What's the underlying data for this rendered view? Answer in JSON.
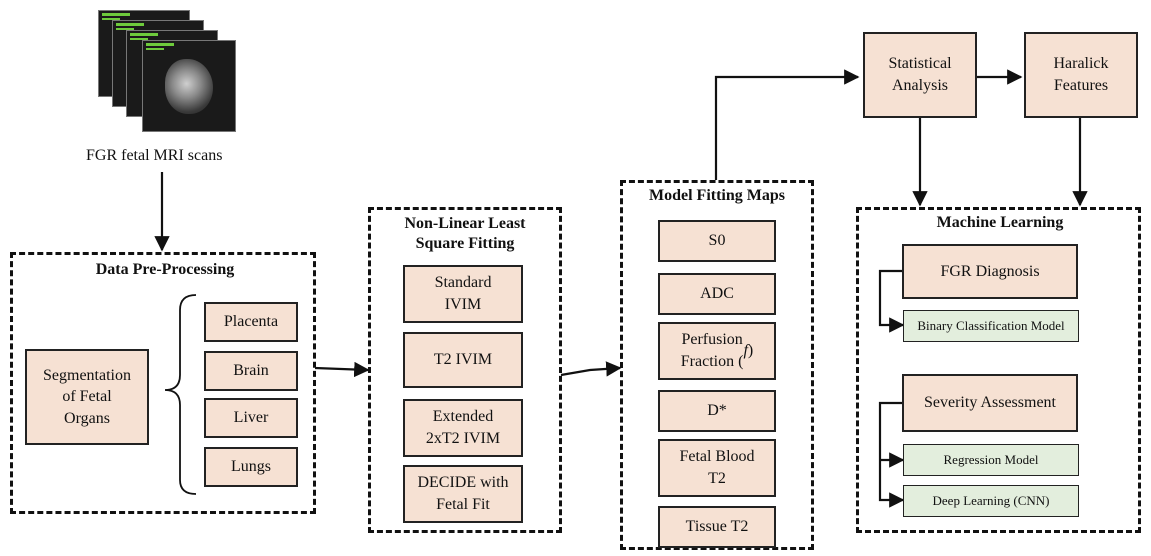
{
  "scans": {
    "caption": "FGR fetal MRI scans"
  },
  "preprocessing": {
    "title": "Data Pre-Processing",
    "segmentation": "Segmentation\nof Fetal\nOrgans",
    "organs": [
      "Placenta",
      "Brain",
      "Liver",
      "Lungs"
    ]
  },
  "fitting": {
    "title": "Non-Linear Least\nSquare Fitting",
    "methods": [
      "Standard\nIVIM",
      "T2 IVIM",
      "Extended\n2xT2 IVIM",
      "DECIDE with\nFetal Fit"
    ]
  },
  "maps": {
    "title": "Model Fitting Maps",
    "items": [
      "S0",
      "ADC",
      "Perfusion\nFraction (f)",
      "D*",
      "Fetal Blood\nT2",
      "Tissue T2"
    ]
  },
  "analysis": {
    "statistical": "Statistical\nAnalysis",
    "haralick": "Haralick\nFeatures"
  },
  "ml": {
    "title": "Machine Learning",
    "diagnosis": "FGR Diagnosis",
    "binary": "Binary Classification Model",
    "severity": "Severity Assessment",
    "regression": "Regression Model",
    "deep": "Deep Learning (CNN)"
  },
  "colors": {
    "box_fill": "#f6e1d3",
    "model_fill": "#e3eedd",
    "line": "#111111"
  }
}
